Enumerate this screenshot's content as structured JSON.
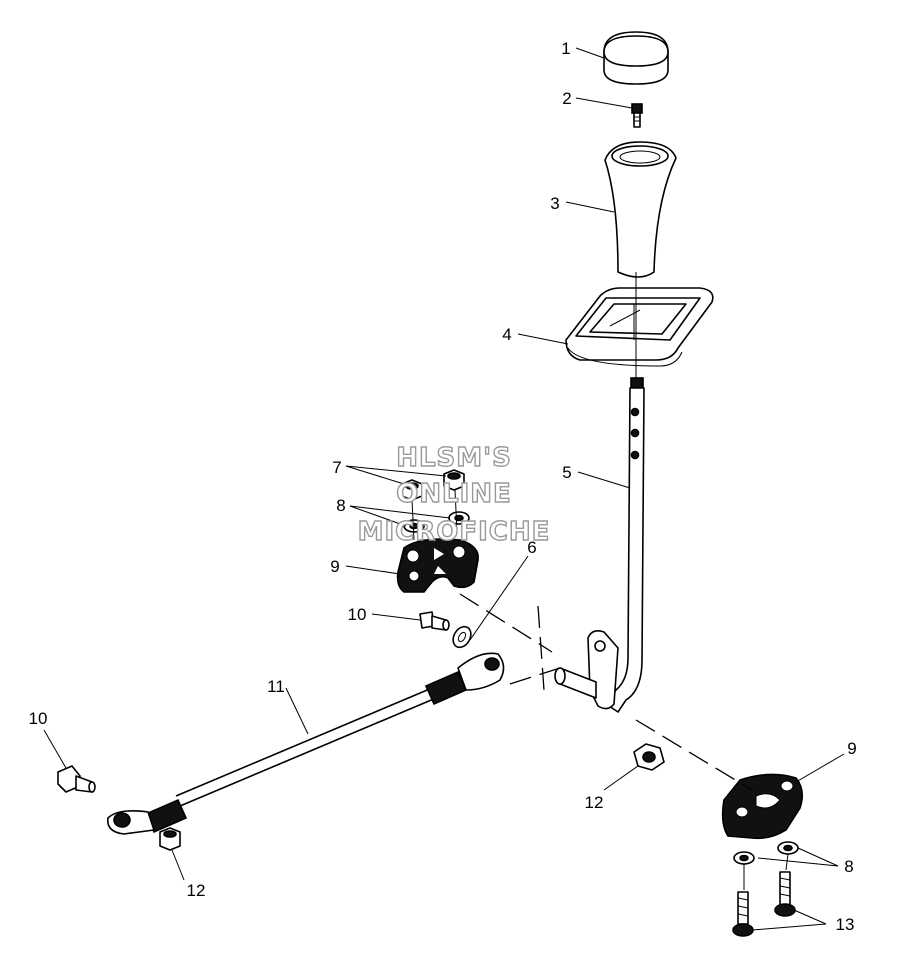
{
  "callouts": {
    "c1": "1",
    "c2": "2",
    "c3": "3",
    "c4": "4",
    "c5": "5",
    "c6": "6",
    "c7": "7",
    "c8a": "8",
    "c8b": "8",
    "c9a": "9",
    "c9b": "9",
    "c10a": "10",
    "c10b": "10",
    "c11": "11",
    "c12a": "12",
    "c12b": "12",
    "c13": "13"
  },
  "watermark": {
    "line1": "HLSM'S",
    "line2": "ONLINE",
    "line3": "MICROFICHE"
  }
}
